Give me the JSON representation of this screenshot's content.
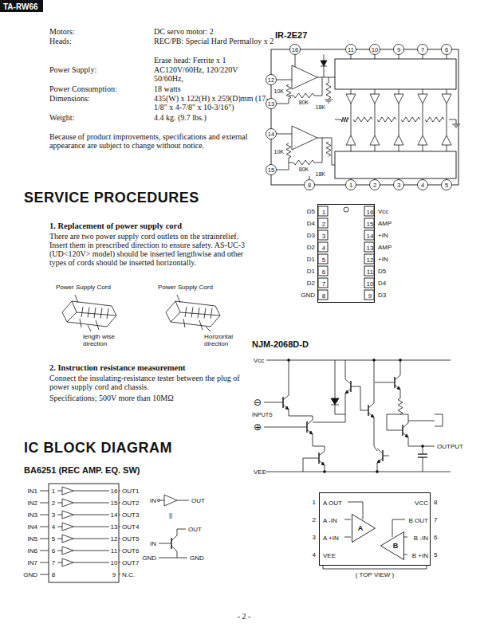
{
  "diagram": {
    "nodes": [
      {
        "text": [
          "TA-RW66"
        ]
      },
      {
        "text": [
          "1",
          "2",
          "3",
          "4",
          "5",
          "6",
          "7",
          "8",
          "16",
          "15",
          "14",
          "13",
          "12",
          "11",
          "10",
          "9"
        ]
      },
      {
        "text": [
          "A OUT",
          "A -IN",
          "A +IN",
          "VEE",
          "VCC",
          "B OUT",
          "B -IN",
          "B +IN"
        ]
      },
      {
        "text": [
          "A"
        ],
        "in": 2
      },
      {
        "text": [
          "B"
        ],
        "in": 2
      }
    ],
    "labels": [
      "Motors:",
      "DC servo motor: 2",
      "Heads:",
      "REC/PB: Special Hard Permalloy x 2",
      "Erase head: Ferrite x 1",
      "Power Supply:",
      "AC120V/60Hz, 120/220V 50/60Hz,",
      "Power Consumption:",
      "18 watts",
      "Dimensions:",
      "435(W) x 122(H) x 259(D)mm (17-1/8\" x 4-7/8\" x 10-3/16\")",
      "Weight:",
      "4.4 kg. (9.7 lbs.)",
      "Because of product improvements, specifications and external appearance are subject to change without notice.",
      "SERVICE PROCEDURES",
      "1. Replacement of power supply cord",
      "There are two power supply cord outlets on the strainrelief. Insert them in prescribed direction to ensure safety. AS-UC-3 (UD<120V> model) should be inserted lengthwise and other types of cords should be inserted horizontally.",
      "Power Supply Cord",
      "Power Supply Cord",
      "length wise direction",
      "Horizontal direction",
      "2. Instruction resistance measurement",
      "Connect the insulating-resistance tester between the plug of power supply cord and chassis.",
      "Specifications; 500V more than 10MΩ",
      "IC BLOCK DIAGRAM",
      "BA6251 (REC AMP. EQ. SW)",
      "IN1",
      "IN2",
      "IN3",
      "IN4",
      "IN5",
      "IN6",
      "IN7",
      "GND",
      "1",
      "2",
      "3",
      "4",
      "5",
      "6",
      "7",
      "8",
      "16",
      "OUT1",
      "15",
      "OUT2",
      "14",
      "OUT3",
      "13",
      "OUT4",
      "12",
      "OUT5",
      "11",
      "OUT6",
      "10",
      "OUT7",
      "9",
      "N.C.",
      "IN",
      "OUT",
      "||",
      "OUT",
      "IN",
      "GND",
      "GND",
      "IR-2E27",
      "16",
      "11",
      "10",
      "9",
      "7",
      "6",
      "8",
      "1",
      "2",
      "3",
      "4",
      "5",
      "12",
      "13",
      "14",
      "15",
      "10K",
      "80K",
      "18K",
      "10K",
      "80K",
      "18K",
      "D5",
      "D4",
      "D3",
      "D2",
      "D1",
      "D1",
      "D2",
      "GND",
      "Vcc",
      "AMP",
      "+IN",
      "AMP",
      "+IN",
      "D5",
      "D4",
      "D3",
      "NJM-2068D-D",
      "Vcc",
      "⊖",
      "INPUTS",
      "⊕",
      "OUTPUT",
      "VEE",
      "1",
      "2",
      "3",
      "4",
      "8",
      "7",
      "6",
      "5",
      "( TOP VIEW )",
      "- 2 -"
    ]
  }
}
